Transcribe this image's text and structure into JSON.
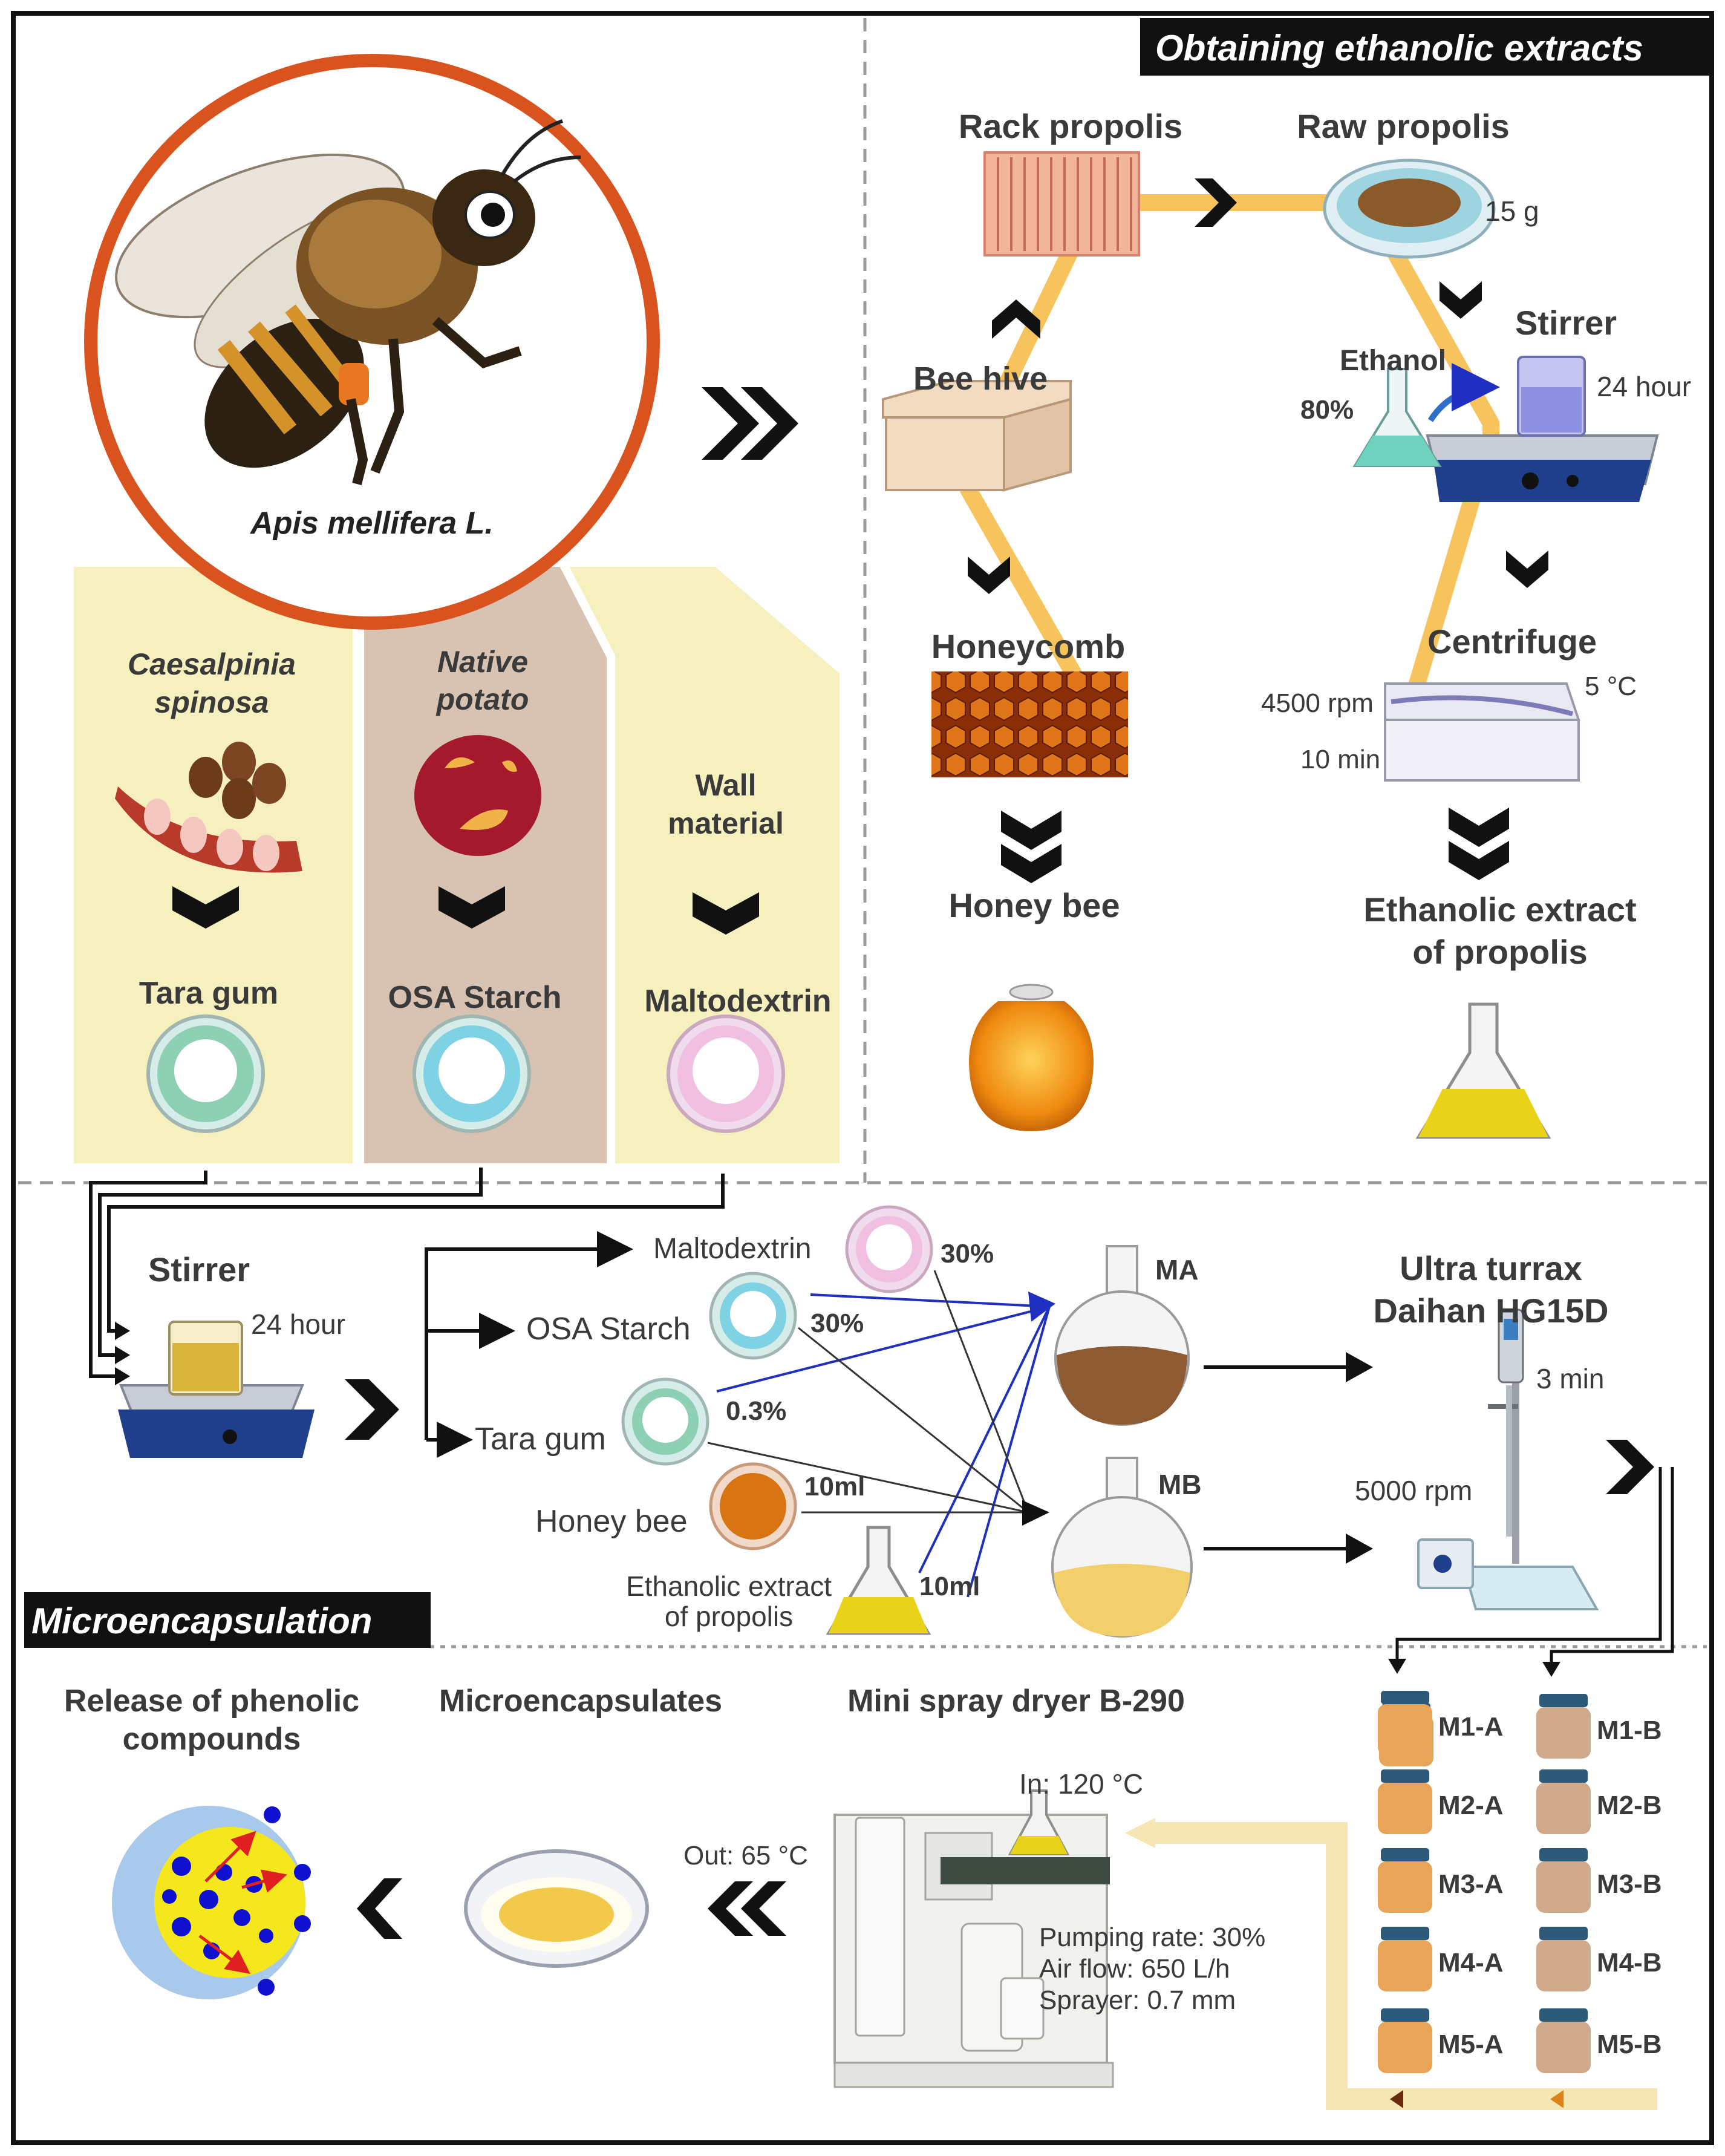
{
  "top_left": {
    "species": "Apis mellifera L.",
    "col1_title_line1": "Caesalpinia",
    "col1_title_line2": "spinosa",
    "col2_title_line1": "Native",
    "col2_title_line2": "potato",
    "col3_title_line1": "Wall",
    "col3_title_line2": "material",
    "col1_product": "Tara gum",
    "col2_product": "OSA Starch",
    "col3_product": "Maltodextrin"
  },
  "top_right": {
    "section_title": "Obtaining ethanolic extracts",
    "rack": "Rack propolis",
    "raw": "Raw propolis",
    "raw_amount": "15 g",
    "stirrer": "Stirrer",
    "ethanol": "Ethanol",
    "ethanol_pct": "80%",
    "stir_time": "24 hour",
    "bee_hive": "Bee hive",
    "honeycomb": "Honeycomb",
    "centrifuge": "Centrifuge",
    "cent_rpm": "4500 rpm",
    "cent_temp": "5 °C",
    "cent_time": "10 min",
    "honey_bee": "Honey bee",
    "eep_line1": "Ethanolic extract",
    "eep_line2": "of propolis"
  },
  "middle": {
    "stirrer": "Stirrer",
    "stir_time": "24 hour",
    "maltodextrin": "Maltodextrin",
    "malto_pct": "30%",
    "osa": "OSA Starch",
    "osa_pct": "30%",
    "tara": "Tara gum",
    "tara_pct": "0.3%",
    "honey": "Honey bee",
    "honey_vol": "10ml",
    "eep_line1": "Ethanolic extract",
    "eep_line2": "of propolis",
    "eep_vol": "10ml",
    "ma": "MA",
    "mb": "MB",
    "ultra_line1": "Ultra turrax",
    "ultra_line2": "Daihan HG15D",
    "ultra_time": "3 min",
    "ultra_rpm": "5000 rpm"
  },
  "bottom": {
    "section_title": "Microencapsulation",
    "release_line1": "Release of phenolic",
    "release_line2": "compounds",
    "microencapsulates": "Microencapsulates",
    "spray_dryer": "Mini spray dryer B-290",
    "in_temp": "In: 120 °C",
    "out_temp": "Out: 65 °C",
    "pumping": "Pumping rate: 30%",
    "airflow": "Air flow: 650 L/h",
    "sprayer": "Sprayer: 0.7 mm",
    "samples_a": [
      "M1-A",
      "M2-A",
      "M3-A",
      "M4-A",
      "M5-A"
    ],
    "samples_b": [
      "M1-B",
      "M2-B",
      "M3-B",
      "M4-B",
      "M5-B"
    ]
  },
  "colors": {
    "panel_yellow": "#f6efbe",
    "panel_tan": "#d8c3b3",
    "flow_orange": "#f7c35d",
    "circle_orange": "#d9531e",
    "blue_line": "#1f2fbf"
  }
}
